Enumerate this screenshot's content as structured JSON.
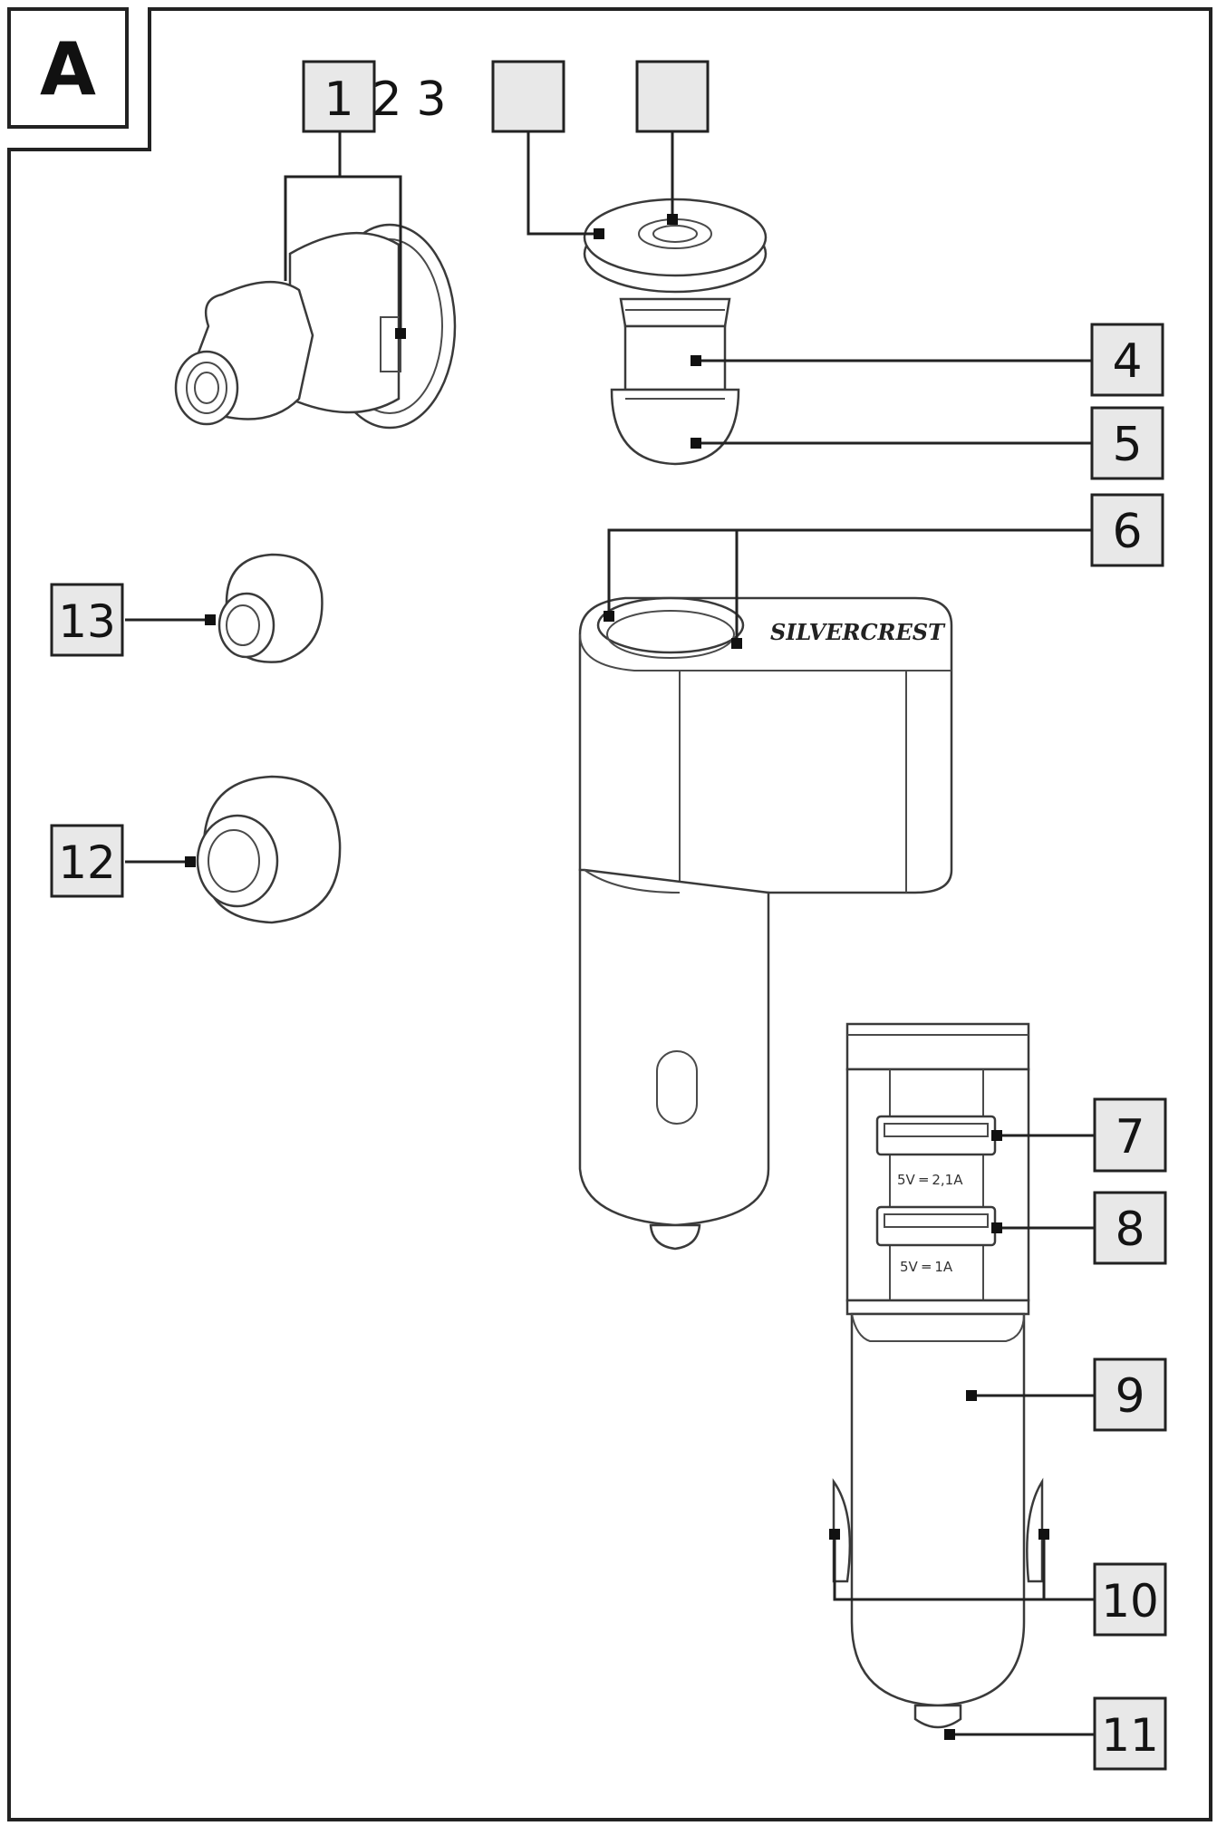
{
  "figure": {
    "panel_letter": "A",
    "brand_text": "SILVERCREST",
    "usb_port_1_rating": "5V ═ 2,1A",
    "usb_port_2_rating": "5V ═ 1A"
  },
  "callouts": {
    "c1": "1",
    "c2": "2",
    "c3": "3",
    "c4": "4",
    "c5": "5",
    "c6": "6",
    "c7": "7",
    "c8": "8",
    "c9": "9",
    "c10": "10",
    "c11": "11",
    "c12": "12",
    "c13": "13"
  }
}
